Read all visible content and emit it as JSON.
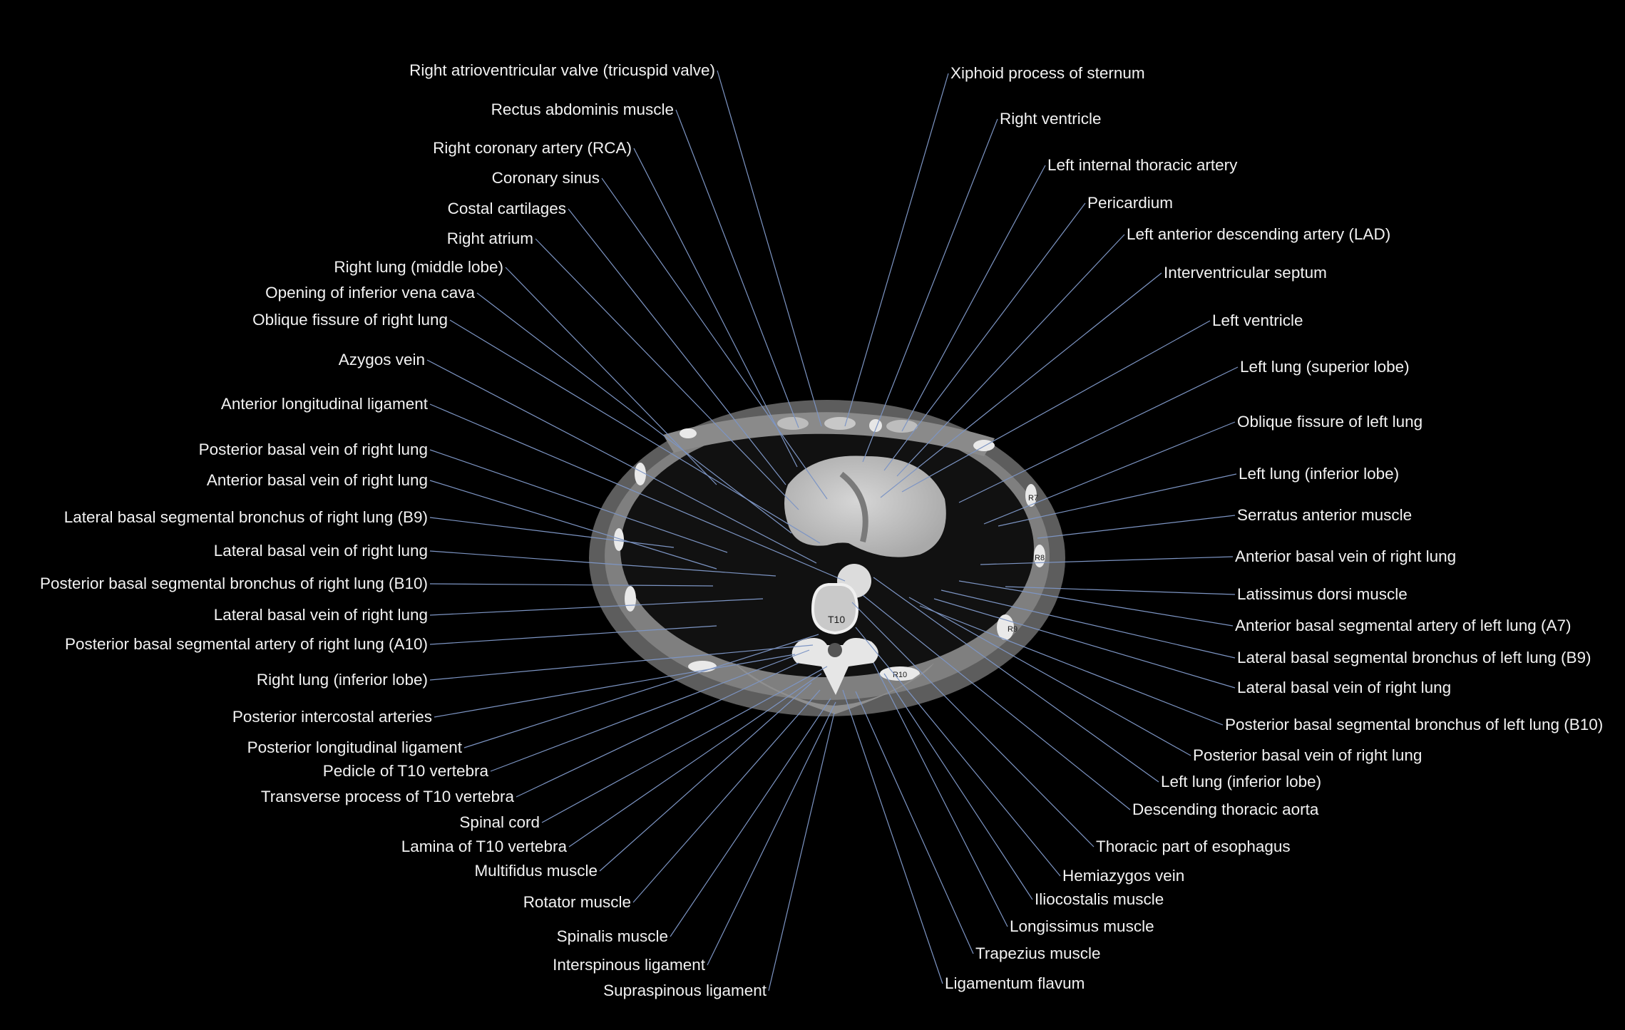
{
  "image": {
    "description_free_marks": true,
    "vertebra_label": "T10",
    "rib_labels": [
      "R7",
      "R8",
      "R9",
      "R10"
    ]
  },
  "colors": {
    "background": "#000000",
    "label_text": "#f2f2f2",
    "leader_line": "#7d95c4"
  },
  "labels_left": [
    "Right atrioventricular valve (tricuspid valve)",
    "Rectus abdominis muscle",
    "Right coronary artery (RCA)",
    "Coronary sinus",
    "Costal cartilages",
    "Right atrium",
    "Right lung (middle lobe)",
    "Opening of inferior vena cava",
    "Oblique fissure of right lung",
    "Azygos vein",
    "Anterior longitudinal ligament",
    "Posterior basal vein of right lung",
    "Anterior basal vein of right lung",
    "Lateral basal segmental bronchus of right lung (B9)",
    "Lateral basal vein of right lung",
    "Posterior basal segmental bronchus of right lung (B10)",
    "Lateral basal vein of right lung",
    "Posterior basal segmental artery of right lung (A10)",
    "Right lung (inferior lobe)",
    "Posterior intercostal arteries",
    "Posterior longitudinal ligament",
    "Pedicle of T10 vertebra",
    "Transverse process of T10 vertebra",
    "Spinal cord",
    "Lamina of T10 vertebra",
    "Multifidus muscle",
    "Rotator muscle",
    "Spinalis muscle",
    "Interspinous ligament",
    "Supraspinous ligament"
  ],
  "labels_right": [
    "Xiphoid process of sternum",
    "Right ventricle",
    "Left internal thoracic artery",
    "Pericardium",
    "Left anterior descending artery (LAD)",
    "Interventricular septum",
    "Left ventricle",
    "Left lung (superior lobe)",
    "Oblique fissure of left lung",
    "Left lung (inferior lobe)",
    "Serratus anterior muscle",
    "Anterior basal vein of right lung",
    "Latissimus dorsi muscle",
    "Anterior basal segmental artery of left lung (A7)",
    "Lateral basal segmental bronchus of left lung (B9)",
    "Lateral basal vein of right lung",
    "Posterior basal segmental bronchus of left lung (B10)",
    "Posterior basal vein of right lung",
    "Left lung (inferior lobe)",
    "Descending thoracic aorta",
    "Thoracic part of esophagus",
    "Hemiazygos vein",
    "Iliocostalis muscle",
    "Longissimus muscle",
    "Trapezius muscle",
    "Ligamentum flavum"
  ]
}
